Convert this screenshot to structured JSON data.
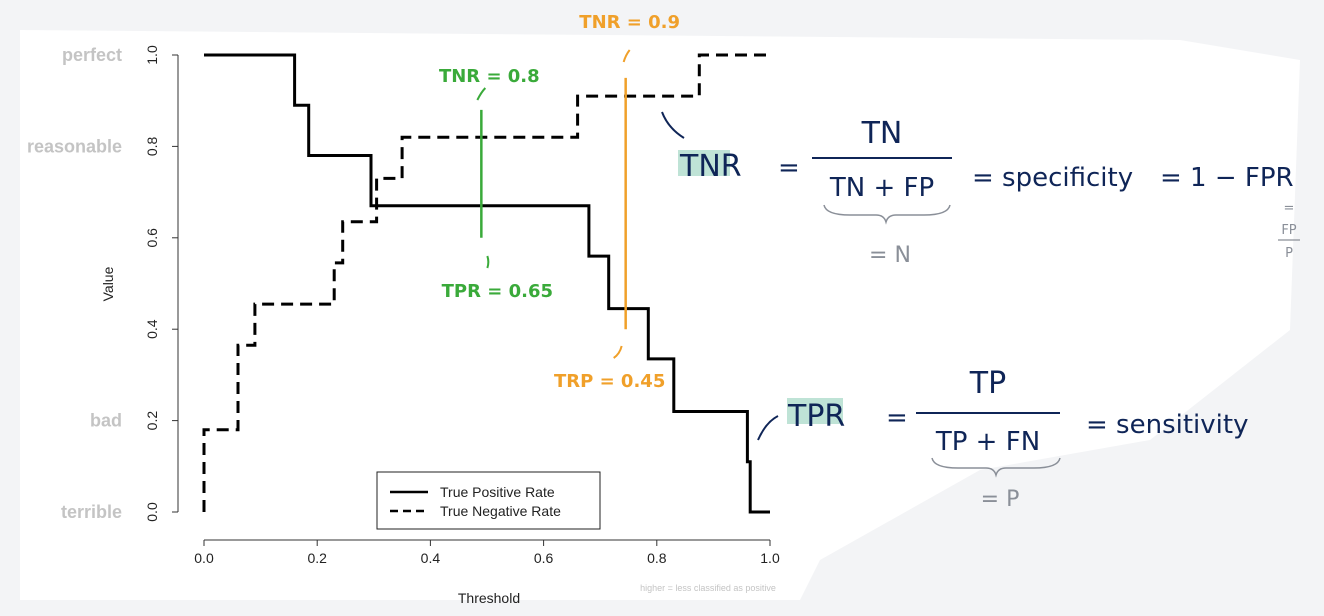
{
  "chart_data": {
    "type": "line",
    "xlabel": "Threshold",
    "ylabel": "Value",
    "xlim": [
      0,
      1
    ],
    "ylim": [
      0,
      1
    ],
    "xticks": [
      "0.0",
      "0.2",
      "0.4",
      "0.6",
      "0.8",
      "1.0"
    ],
    "yticks": [
      "0.0",
      "0.2",
      "0.4",
      "0.6",
      "0.8",
      "1.0"
    ],
    "quality_labels": [
      {
        "y": 1.0,
        "text": "perfect"
      },
      {
        "y": 0.8,
        "text": "reasonable"
      },
      {
        "y": 0.2,
        "text": "bad"
      },
      {
        "y": 0.0,
        "text": "terrible"
      }
    ],
    "axis_note": "higher = less classified as positive",
    "legend_position": "bottom-center",
    "grid": false,
    "series": [
      {
        "name": "True Positive Rate",
        "style": "solid",
        "color": "#000000",
        "steps": [
          [
            0.0,
            1.0
          ],
          [
            0.16,
            1.0
          ],
          [
            0.16,
            0.89
          ],
          [
            0.185,
            0.89
          ],
          [
            0.185,
            0.78
          ],
          [
            0.295,
            0.78
          ],
          [
            0.295,
            0.67
          ],
          [
            0.68,
            0.67
          ],
          [
            0.68,
            0.56
          ],
          [
            0.715,
            0.56
          ],
          [
            0.715,
            0.445
          ],
          [
            0.785,
            0.445
          ],
          [
            0.785,
            0.335
          ],
          [
            0.83,
            0.335
          ],
          [
            0.83,
            0.22
          ],
          [
            0.96,
            0.22
          ],
          [
            0.96,
            0.11
          ],
          [
            0.965,
            0.11
          ],
          [
            0.965,
            0.0
          ],
          [
            1.0,
            0.0
          ]
        ]
      },
      {
        "name": "True Negative Rate",
        "style": "dashed",
        "color": "#000000",
        "steps": [
          [
            0.0,
            0.0
          ],
          [
            0.0,
            0.18
          ],
          [
            0.06,
            0.18
          ],
          [
            0.06,
            0.365
          ],
          [
            0.09,
            0.365
          ],
          [
            0.09,
            0.455
          ],
          [
            0.23,
            0.455
          ],
          [
            0.23,
            0.545
          ],
          [
            0.245,
            0.545
          ],
          [
            0.245,
            0.635
          ],
          [
            0.305,
            0.635
          ],
          [
            0.305,
            0.73
          ],
          [
            0.35,
            0.73
          ],
          [
            0.35,
            0.82
          ],
          [
            0.66,
            0.82
          ],
          [
            0.66,
            0.91
          ],
          [
            0.875,
            0.91
          ],
          [
            0.875,
            1.0
          ],
          [
            1.0,
            1.0
          ]
        ]
      }
    ],
    "annotations": [
      {
        "x": 0.49,
        "y_from": 0.6,
        "y_to": 0.88,
        "color": "#3aaa3a",
        "top_label": "TNR = 0.8",
        "bottom_label": "TPR = 0.65"
      },
      {
        "x": 0.745,
        "y_from": 0.4,
        "y_to": 0.95,
        "color": "#f0a02a",
        "top_label": "TNR = 0.9",
        "bottom_label": "TRP = 0.45"
      }
    ]
  },
  "formulas": {
    "tnr": {
      "lhs": "TNR",
      "eq": "=",
      "numerator": "TN",
      "denominator": "TN + FP",
      "under": "= N",
      "tail_1": "= specificity",
      "tail_2": "= 1 − FPR",
      "fpr_eq": "=",
      "fpr_num": "FP",
      "fpr_den": "P"
    },
    "tpr": {
      "lhs": "TPR",
      "eq": "=",
      "numerator": "TP",
      "denominator": "TP + FN",
      "under": "= P",
      "tail": "= sensitivity"
    }
  },
  "colors": {
    "highlight": "#bfe3d6",
    "navy": "#0f2557",
    "green": "#3aaa3a",
    "orange": "#f0a02a",
    "muted": "#c4c4c4"
  }
}
